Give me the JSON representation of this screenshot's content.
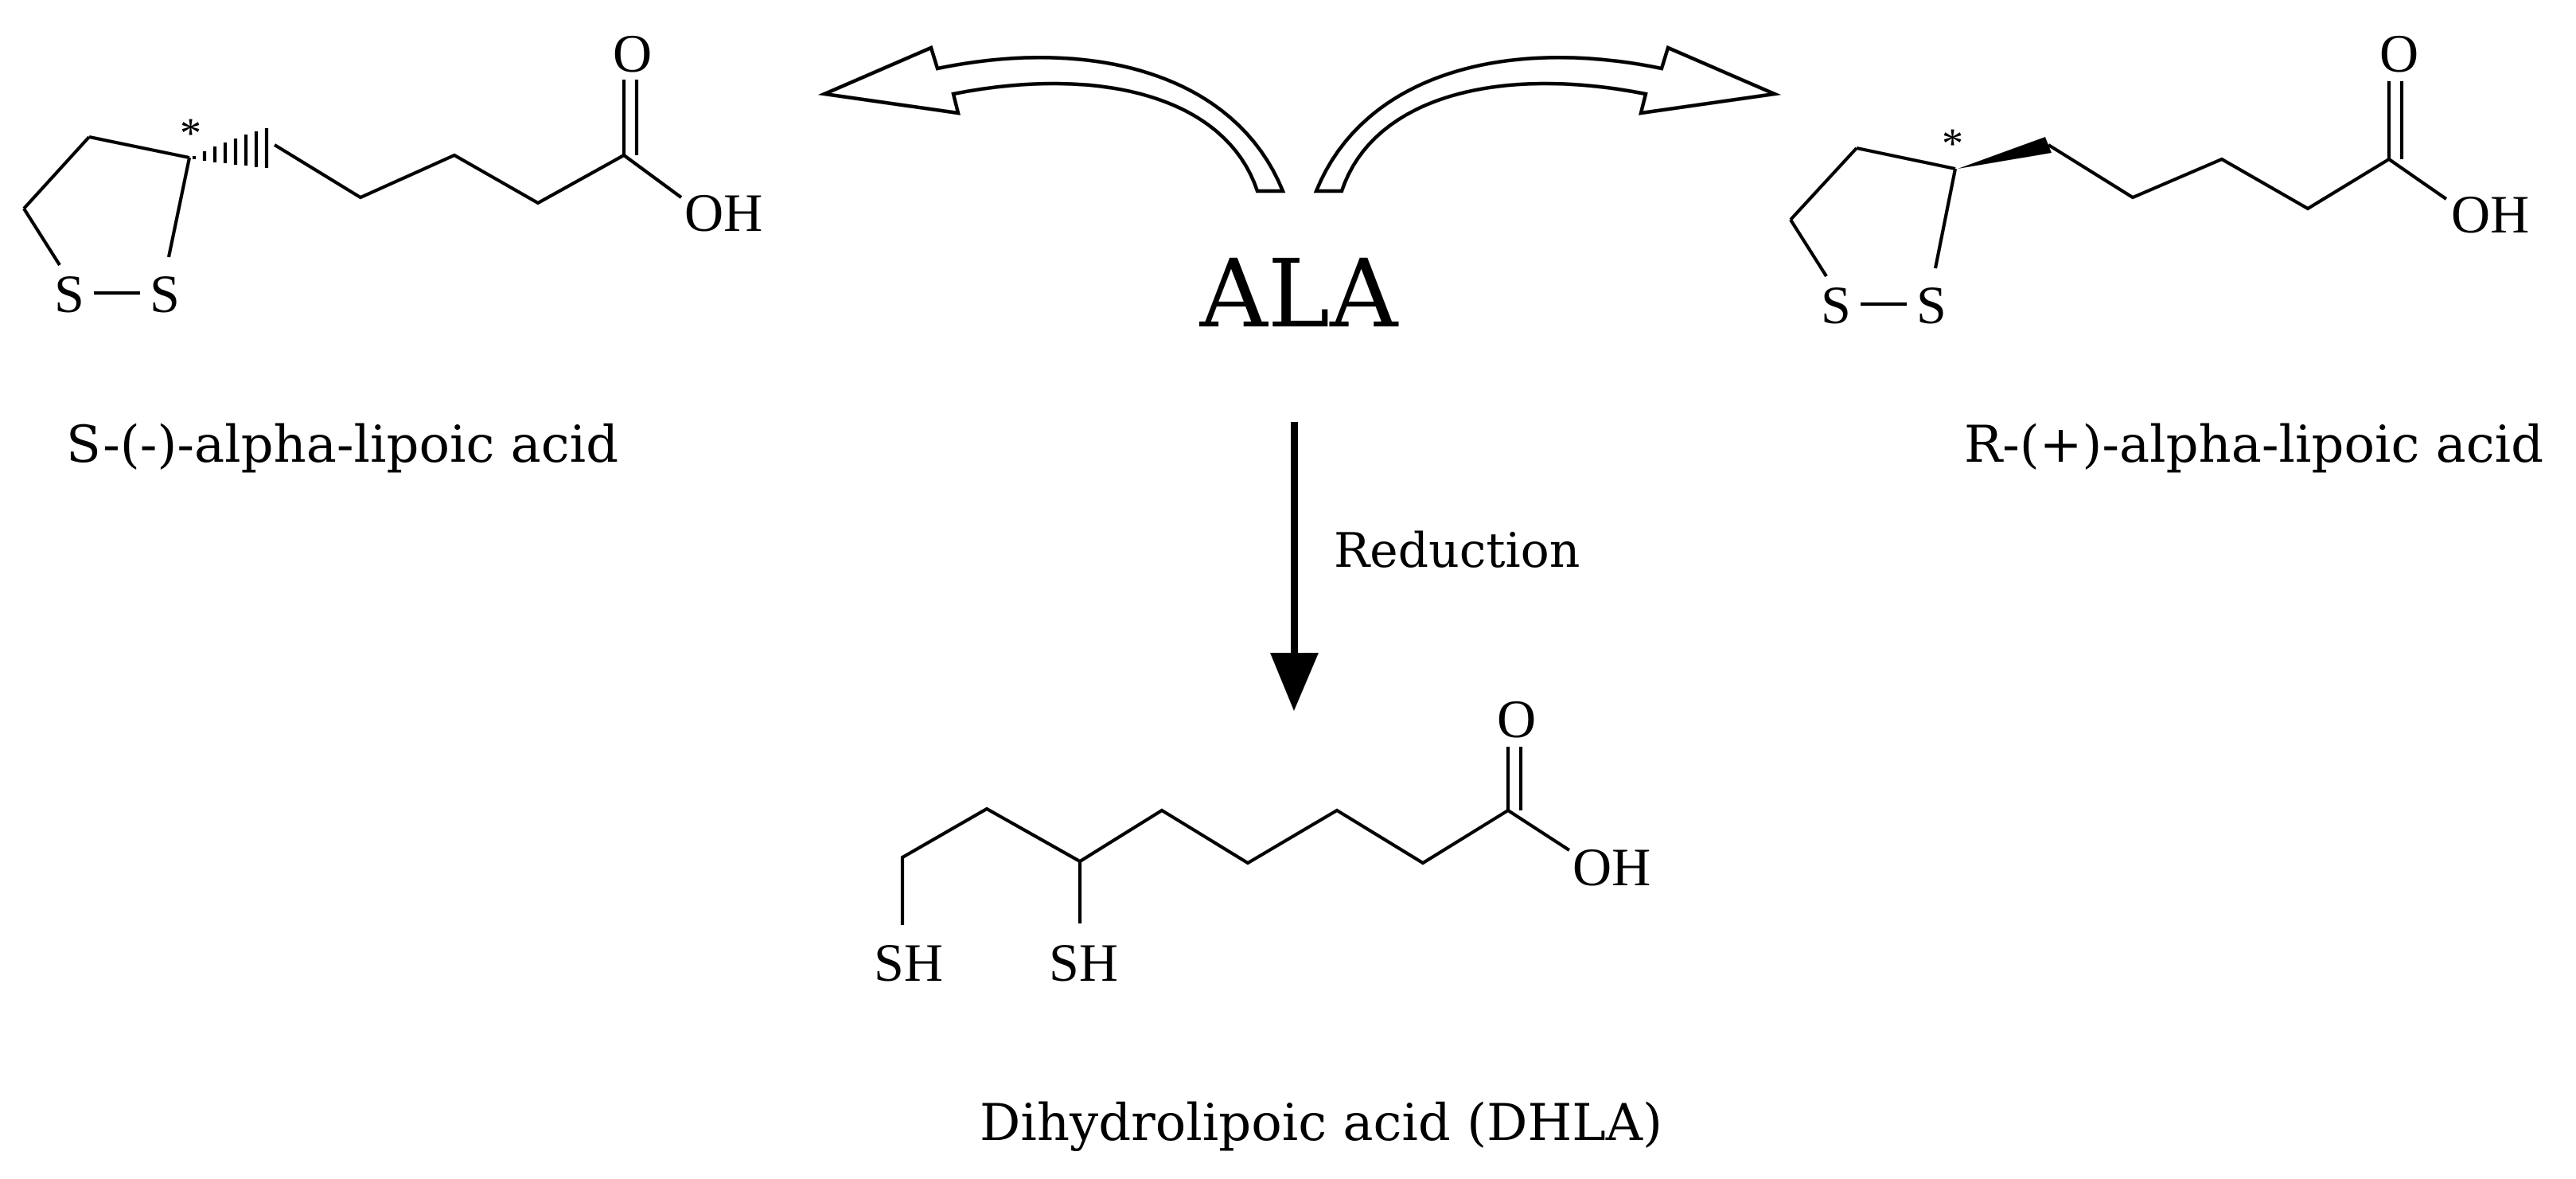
{
  "center_label": "ALA",
  "arrow_label": "Reduction",
  "molecules": {
    "s_ala": {
      "caption": "S-(-)-alpha-lipoic acid",
      "atoms": {
        "s1": "S",
        "s2": "S",
        "o": "O",
        "oh": "OH",
        "star": "*"
      }
    },
    "r_ala": {
      "caption": "R-(+)-alpha-lipoic acid",
      "atoms": {
        "s1": "S",
        "s2": "S",
        "o": "O",
        "oh": "OH",
        "star": "*"
      }
    },
    "dhla": {
      "caption": "Dihydrolipoic acid (DHLA)",
      "atoms": {
        "sh1": "SH",
        "sh2": "SH",
        "o": "O",
        "oh": "OH"
      }
    }
  }
}
